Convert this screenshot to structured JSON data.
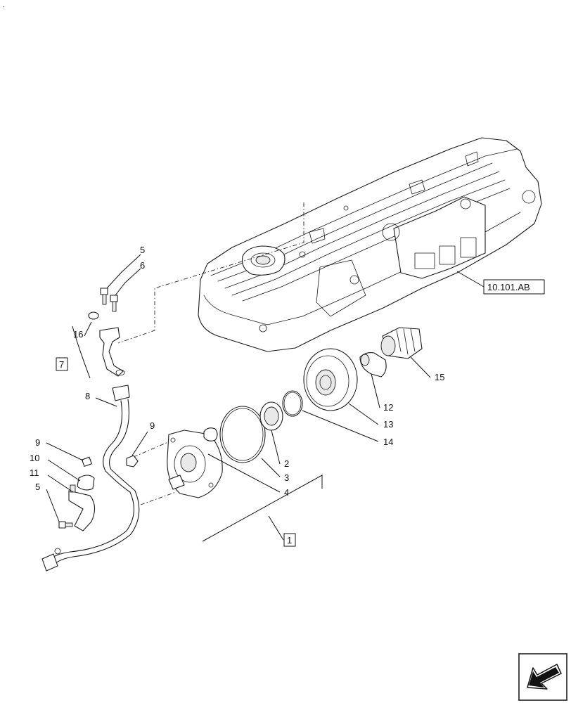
{
  "corner_mark": ".",
  "callouts": {
    "c1": "1",
    "c2": "2",
    "c3": "3",
    "c4": "4",
    "c5a": "5",
    "c5b": "5",
    "c6": "6",
    "c7": "7",
    "c8": "8",
    "c9a": "9",
    "c9b": "9",
    "c10": "10",
    "c11": "11",
    "c12": "12",
    "c13": "13",
    "c14": "14",
    "c15": "15",
    "c16": "16"
  },
  "reference_label": "10.101.AB",
  "nav_icon": "next-page-arrow-icon"
}
